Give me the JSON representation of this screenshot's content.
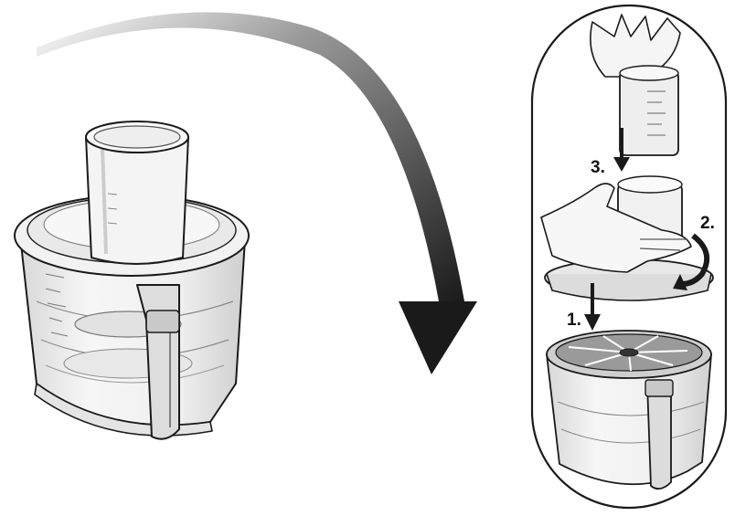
{
  "steps": [
    {
      "label": "1."
    },
    {
      "label": "2."
    },
    {
      "label": "3."
    }
  ],
  "colors": {
    "line": "#1a1a1a",
    "glass": "#eeeeee",
    "glass_dark": "#bdbdbd",
    "arrow_dark": "#1a1a1a",
    "background": "#ffffff"
  }
}
